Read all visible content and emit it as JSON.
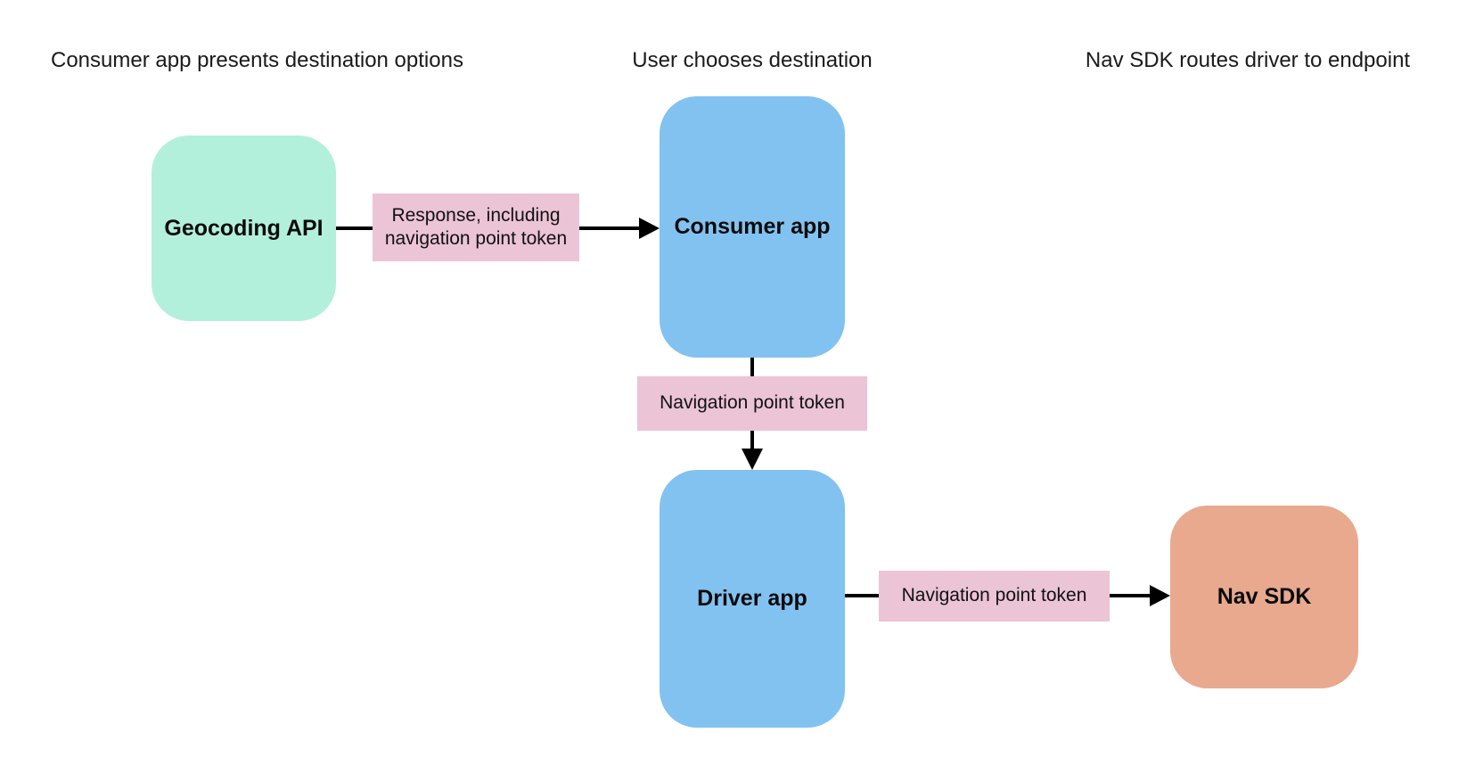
{
  "diagram": {
    "background": "#ffffff",
    "arrow_color": "#000000",
    "phase_labels": [
      {
        "text": "Consumer app presents destination options"
      },
      {
        "text": "User chooses destination"
      },
      {
        "text": "Nav SDK routes driver to endpoint"
      }
    ],
    "nodes": {
      "geocoding_api": {
        "label": "Geocoding API",
        "color": "#b2f0dc"
      },
      "consumer_app": {
        "label": "Consumer app",
        "color": "#82c2f1"
      },
      "driver_app": {
        "label": "Driver app",
        "color": "#82c2f1"
      },
      "nav_sdk": {
        "label": "Nav SDK",
        "color": "#e8a98e"
      }
    },
    "edge_labels": {
      "response_including_token": {
        "text": "Response, including navigation point token",
        "color": "#ebc4d6"
      },
      "token_consumer_to_driver": {
        "text": "Navigation point token",
        "color": "#ebc4d6"
      },
      "token_driver_to_navsdk": {
        "text": "Navigation point token",
        "color": "#ebc4d6"
      }
    }
  }
}
